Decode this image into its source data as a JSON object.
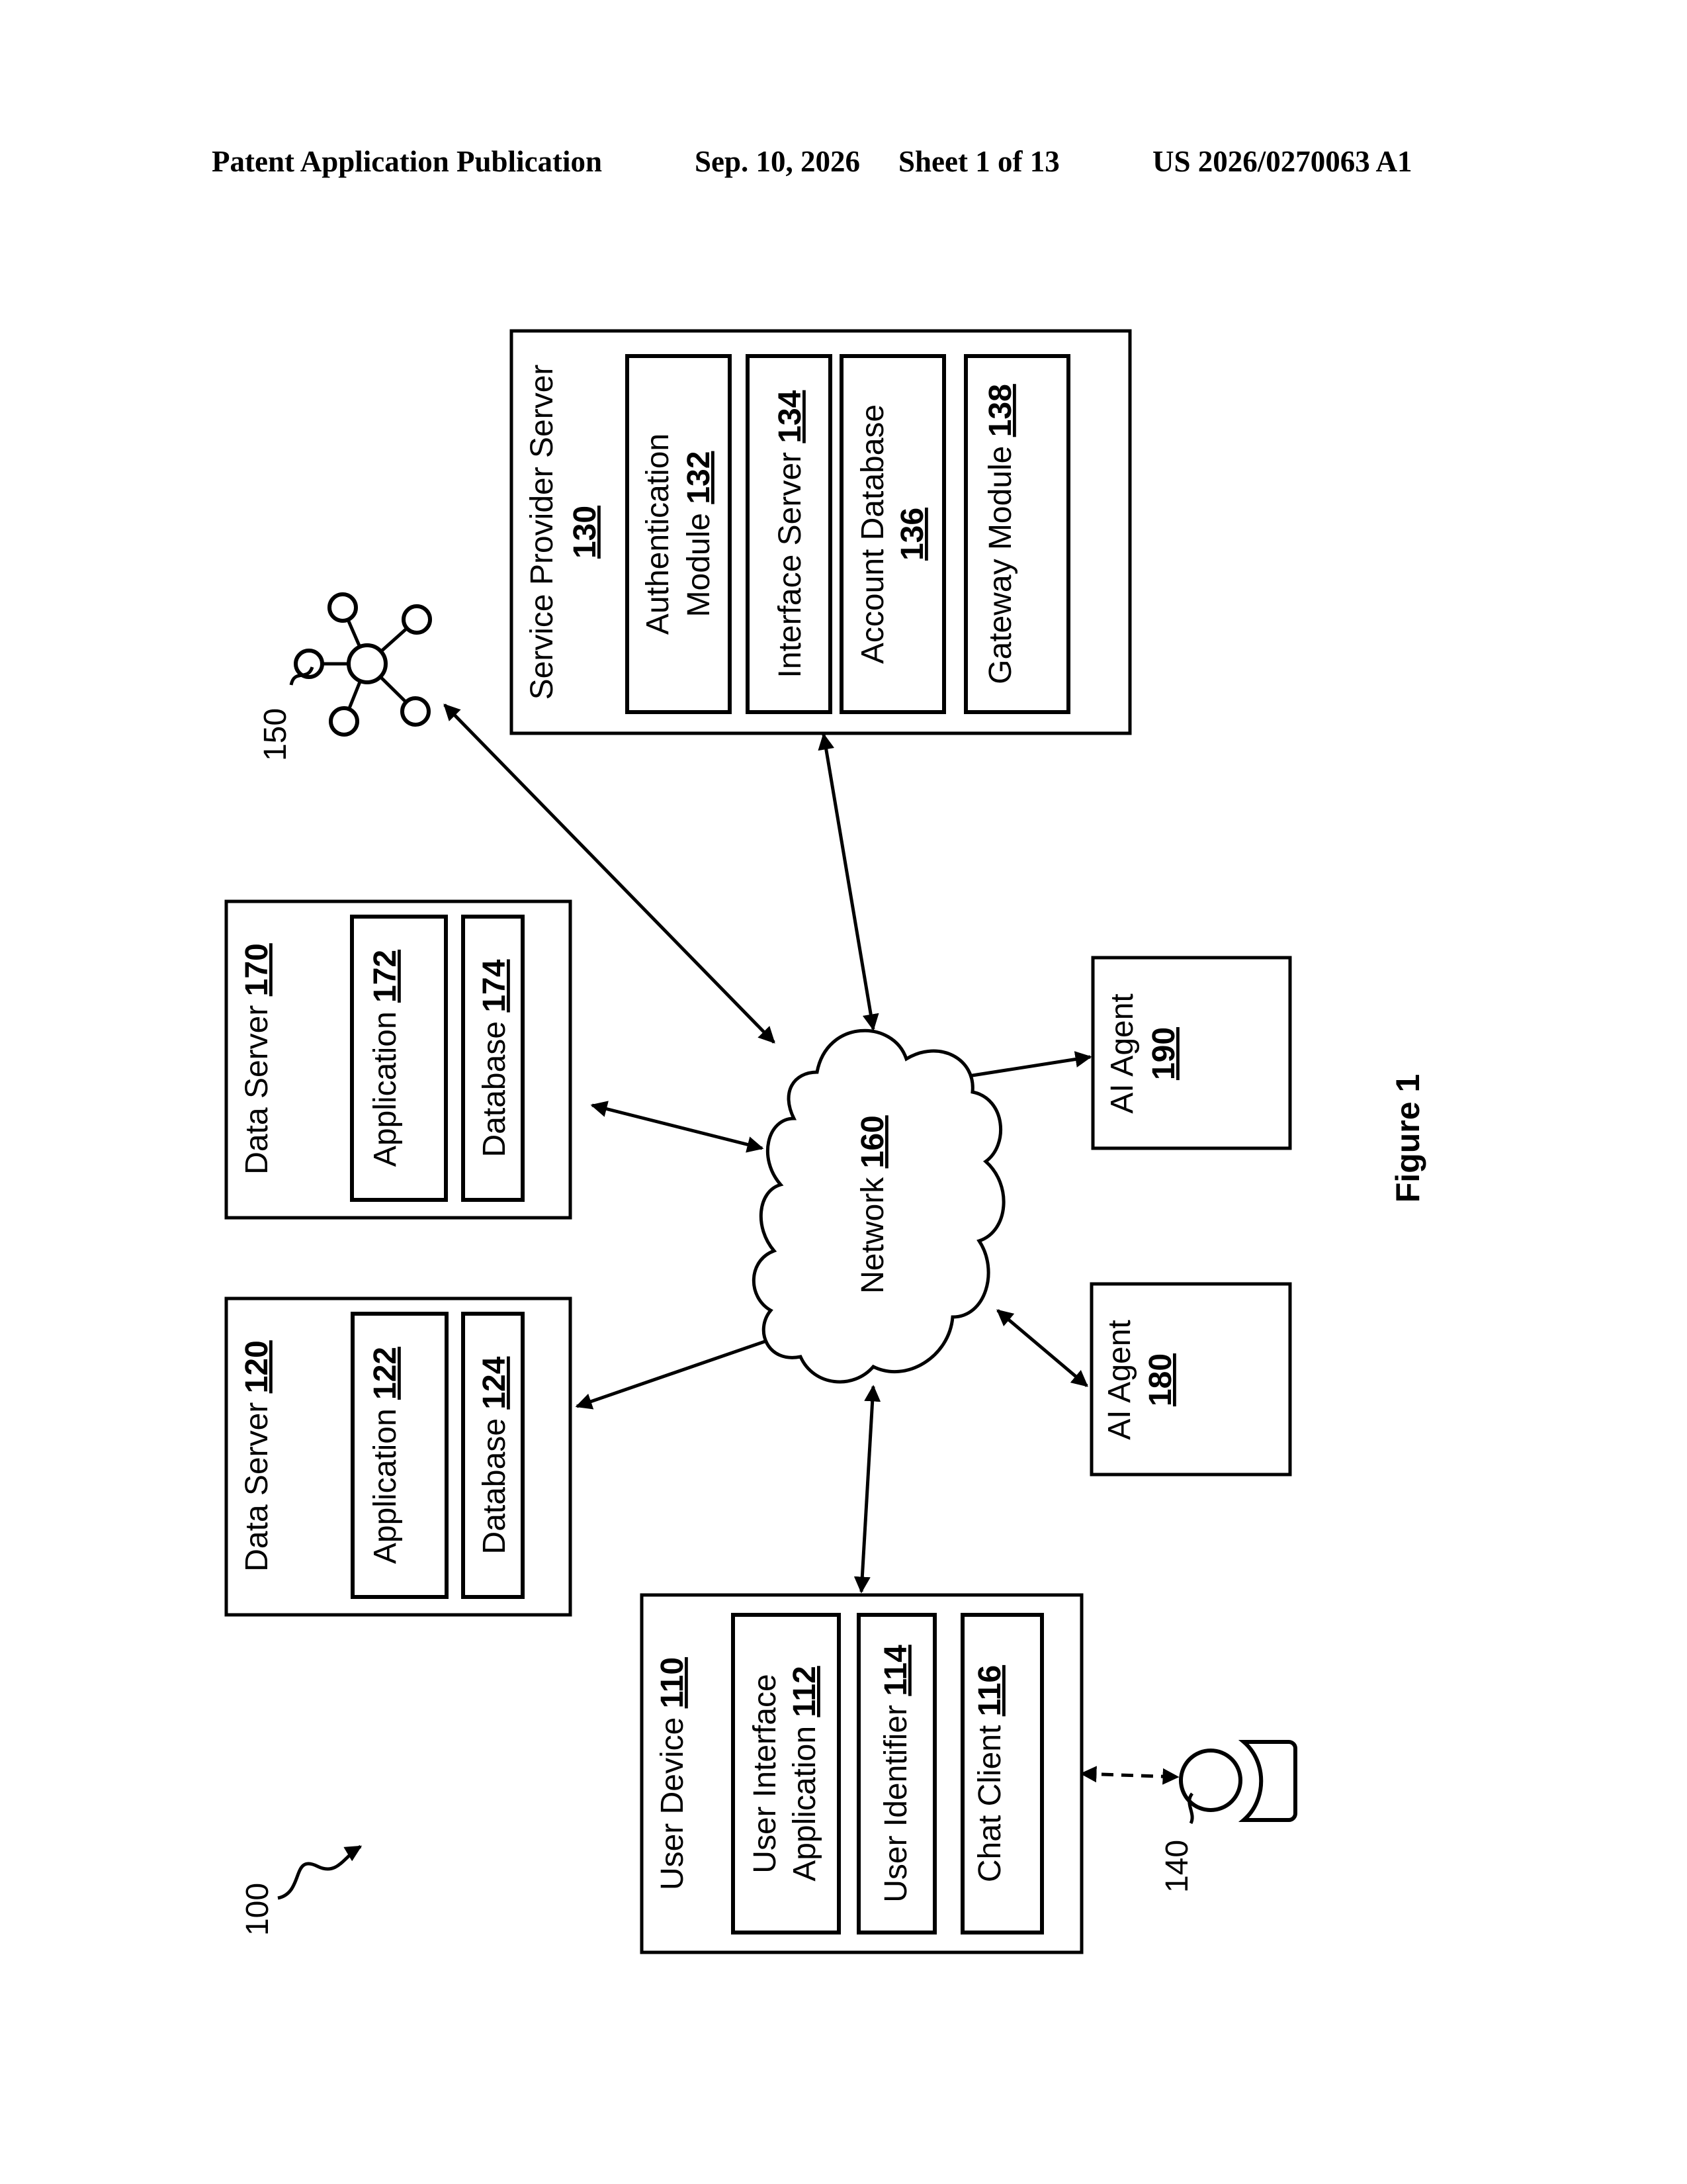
{
  "header": {
    "publication": "Patent Application Publication",
    "date": "Sep. 10, 2026",
    "sheet": "Sheet 1 of 13",
    "number": "US 2026/0270063 A1"
  },
  "figure_label": "Figure 1",
  "ref_system": "100",
  "ref_user": "140",
  "ref_blockchain": "150",
  "network": {
    "name": "Network ",
    "num": "160"
  },
  "service_provider": {
    "title": "Service Provider Server",
    "num": "130",
    "auth_line1": "Authentication",
    "auth_line2": "Module ",
    "auth_num": "132",
    "interface": "Interface Server ",
    "interface_num": "134",
    "account_line1": "Account Database",
    "account_num": "136",
    "gateway": "Gateway Module ",
    "gateway_num": "138"
  },
  "data_server_170": {
    "title": "Data Server ",
    "num": "170",
    "app": "Application ",
    "app_num": "172",
    "db": "Database ",
    "db_num": "174"
  },
  "data_server_120": {
    "title": "Data Server ",
    "num": "120",
    "app": "Application ",
    "app_num": "122",
    "db": "Database ",
    "db_num": "124"
  },
  "user_device": {
    "title": "User Device ",
    "num": "110",
    "ui_line1": "User Interface",
    "ui_line2": "Application ",
    "ui_num": "112",
    "uid": "User Identifier ",
    "uid_num": "114",
    "chat": "Chat Client ",
    "chat_num": "116"
  },
  "ai_agent_190": {
    "title": "AI Agent",
    "num": "190"
  },
  "ai_agent_180": {
    "title": "AI Agent",
    "num": "180"
  }
}
